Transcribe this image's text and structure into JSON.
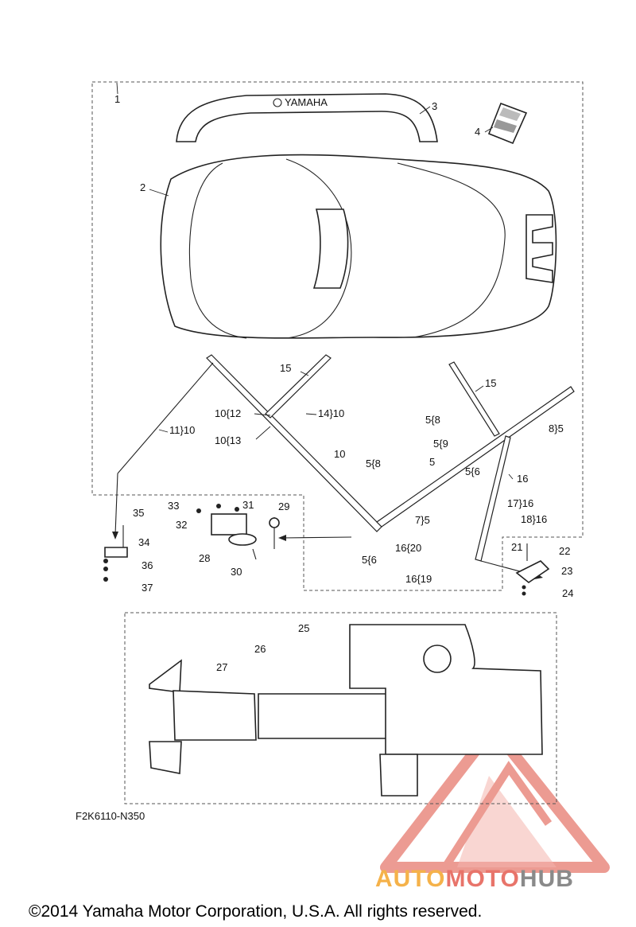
{
  "diagram": {
    "brand_mark": "YAMAHA",
    "figure_code": "F2K6110-N350",
    "copyright": "©2014 Yamaha Motor Corporation, U.S.A. All rights reserved.",
    "watermark": {
      "word_part1": "AUTO",
      "word_part2": "MOTO",
      "word_part3": "HUB",
      "color_part1": "#f5b24a",
      "color_part2": "#e8746a",
      "color_part3": "#8a8a8a",
      "triangle_color": "#e98a80"
    },
    "callouts": [
      "1",
      "2",
      "3",
      "4",
      "15",
      "15",
      "10{12",
      "14}10",
      "10{13",
      "11}10",
      "10",
      "5{8",
      "5{9",
      "8}5",
      "5{6",
      "16",
      "5{8",
      "5",
      "17}16",
      "18}16",
      "7}5",
      "16{20",
      "5{6",
      "16{19",
      "21",
      "22",
      "23",
      "24",
      "33",
      "31",
      "29",
      "32",
      "35",
      "34",
      "36",
      "37",
      "28",
      "30",
      "25",
      "26",
      "27"
    ]
  }
}
